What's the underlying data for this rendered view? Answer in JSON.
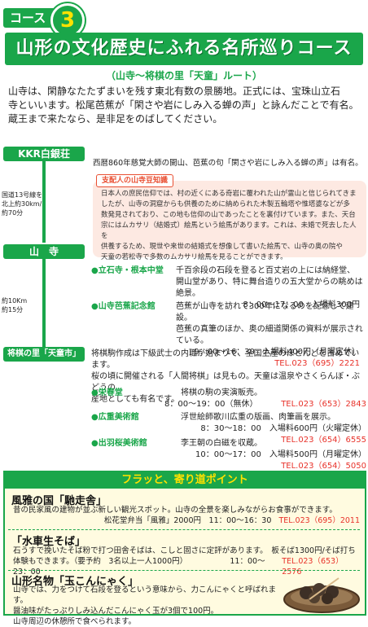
{
  "header": {
    "course_label": "コース",
    "course_number": "3",
    "title": "山形の文化歴史にふれる名所巡りコース",
    "subtitle": "（山寺〜将棋の里「天童」ルート）"
  },
  "intro": [
    "山寺は、閑静なたたずまいを残す東北有数の景勝地。正式には、宝珠山立石",
    "寺といいます。松尾芭蕉が「閑さや岩にしみ入る蝉の声」と詠んだことで有名。",
    "蔵王まで来たなら、是非足をのばしてください。"
  ],
  "route": {
    "stations": [
      "KKR白銀荘",
      "山　寺",
      "将棋の里「天童市」"
    ],
    "leg1": [
      "国道13号線を",
      "北上約30km/",
      "約70分"
    ],
    "leg2": [
      "約10Km",
      "約15分"
    ]
  },
  "yamadera": {
    "history": "西暦860年慈覚大師の開山、芭蕉の句「閑さや岩にしみ入る蝉の声」は有名。",
    "mame_title": "支配人の山寺豆知識",
    "mame_body": [
      "日本人の庶民信仰では、村の近くにある奇岩に覆われた山が霊山と信じられてきま",
      "したが、山寺の洞窟からも供養のために納められた木製五輪塔や惟塔婆などが多",
      "数発見されており、この地も信仰の山であったことを裏付けています。また、天台",
      "宗にはムカサリ（結婚式）絵馬という絵馬があります。これは、未婚で死去した人を",
      "供養するため、現世や来世の結婚式を想像して書いた絵馬で、山寺の奥の院や",
      "天童の若松寺で多数のムカサリ絵馬を見ることができます。"
    ],
    "spots": [
      {
        "name": "●立石寺・根本中堂",
        "lines": [
          "千百余段の石段を登ると百丈岩の上には納経堂、",
          "開山堂があり、特に舞台造りの五大堂からの眺めは絶景。"
        ],
        "hours": "8：00〜17：00　入場料300円",
        "tel": ""
      },
      {
        "name": "●山寺芭蕉記念館",
        "lines": [
          "芭蕉が山寺を訪れて300年になるのを記念して建設。",
          "芭蕉の真筆のほか、奥の細道関係の資料が展示されている。"
        ],
        "hours": "9：00〜16：30　入場料400円（月曜定休）",
        "tel": "TEL.023（695）2221"
      }
    ]
  },
  "tendo": {
    "intro": [
      "将棋駒作成は下級武士の内職が始まりで、全国生産のほとんどを占めています。",
      "桜の頃に開催される「人間将棋」は見もの。天童は温泉やさくらんぼ・ぶどうの",
      "産地としても有名です。"
    ],
    "spots": [
      {
        "name": "●栄春堂",
        "desc": "将棋の駒の実演販売。",
        "hours": "8：00〜19：00（無休）",
        "tel": "TEL.023（653）2843"
      },
      {
        "name": "●広重美術館",
        "desc": "浮世絵師歌川広重の版画、肉筆画を展示。",
        "hours": "8：30〜18：00　入場料600円（火曜定休）",
        "tel": "TEL.023（654）6555"
      },
      {
        "name": "●出羽桜美術館",
        "desc": "李王朝の白磁を収蔵。",
        "hours": "10：00〜17：00　入場料500円（月曜定休）",
        "tel": "TEL.023（654）5050"
      }
    ]
  },
  "detour": {
    "heading": "フラッと、寄り道ポイント",
    "items": [
      {
        "title": "風雅の国「馳走舎」",
        "body": "昔の民家風の建物が並ぶ新しい観光スポット。山寺の全景を楽しみながらお食事ができます。",
        "detail": "松花堂弁当「風雅」2000円　11：00〜16：30",
        "tel": "TEL.023（695）2011"
      },
      {
        "title": "「水車生そば」",
        "body": "石うすで挽いたそば粉で打つ田舎そばは、こしと固さに定評があります。　板そば1300円/そば打ち",
        "detail": "体験もできます。（要予約　3名以上一人1000円）　　　　　　11：00〜23：00",
        "tel": "TEL.023（653）2576"
      },
      {
        "title": "山形名物「玉こんにゃく」",
        "lines": [
          "山寺では、力をつけて石段を登るという意味から、力こんにゃくと呼ばれます。",
          "醤油味がたっぷりしみ込んだこんにゃく玉が3個で100円。",
          "山寺周辺の休憩所で食べられます。"
        ]
      }
    ]
  },
  "colors": {
    "green": "#1aa64a",
    "red": "#e8322a",
    "yellow": "#ffe100",
    "pink": "#fde9e2"
  }
}
